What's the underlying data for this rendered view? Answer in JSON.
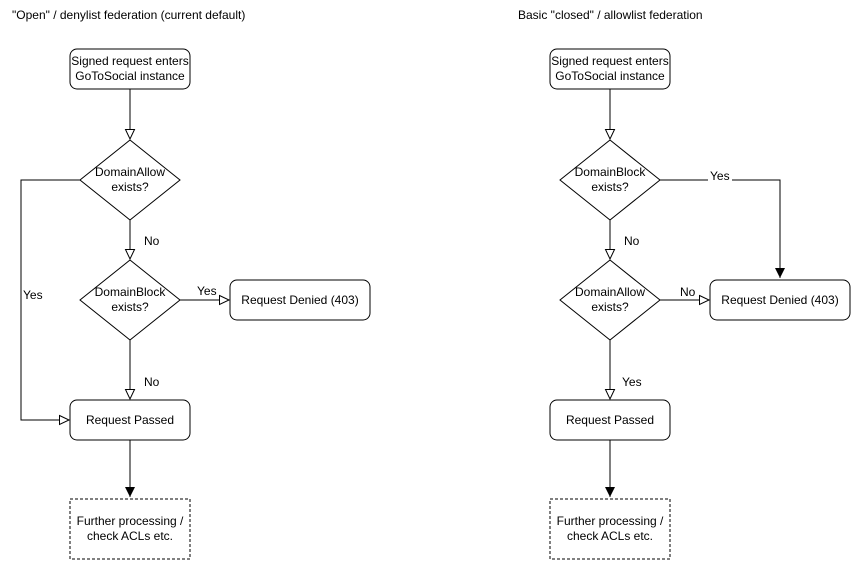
{
  "left": {
    "title": "\"Open\" / denylist federation (current default)",
    "start": "Signed request enters\nGoToSocial instance",
    "decision1": "DomainAllow\nexists?",
    "decision2": "DomainBlock\nexists?",
    "denied": "Request Denied (403)",
    "passed": "Request Passed",
    "further": "Further processing /\ncheck ACLs etc.",
    "labels": {
      "yes1": "Yes",
      "no1": "No",
      "yes2": "Yes",
      "no2": "No"
    }
  },
  "right": {
    "title": "Basic \"closed\" / allowlist federation",
    "start": "Signed request enters\nGoToSocial instance",
    "decision1": "DomainBlock\nexists?",
    "decision2": "DomainAllow\nexists?",
    "denied": "Request Denied (403)",
    "passed": "Request Passed",
    "further": "Further processing /\ncheck ACLs etc.",
    "labels": {
      "yes1": "Yes",
      "no1": "No",
      "no2": "No",
      "yes2": "Yes"
    }
  },
  "colors": {
    "stroke": "#000000",
    "background": "#ffffff",
    "text": "#000000"
  }
}
